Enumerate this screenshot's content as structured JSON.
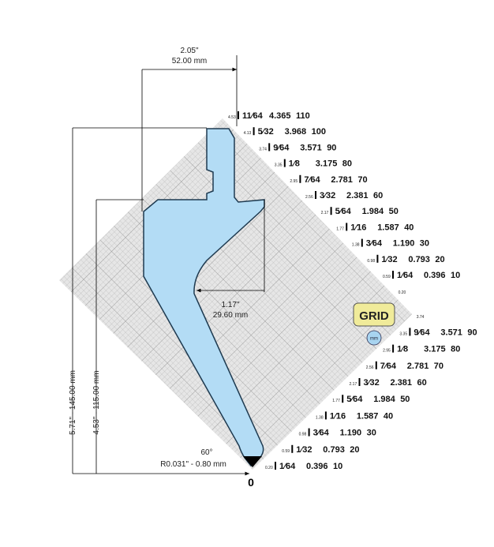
{
  "dimensions": {
    "top_in": "2.05\"",
    "top_mm": "52.00 mm",
    "inner_in": "1.17\"",
    "inner_mm": "29.60 mm",
    "height_total": "5.71\" - 145.00 mm",
    "height_shoulder": "4.53\" - 115.00 mm",
    "angle": "60°",
    "radius": "R0.031\" - 0.80 mm"
  },
  "grid_button": "GRID",
  "unit_button": "mm",
  "zero_label": "0",
  "colors": {
    "punch": "#b3dcf5",
    "grid_button": "#f0eb9a",
    "unit_button": "#a8d4f0"
  },
  "upper_scale": [
    {
      "mm": "110",
      "frac": "11⁄64",
      "dec": "4.365",
      "small": "4.53"
    },
    {
      "mm": "100",
      "frac": "5⁄32",
      "dec": "3.968",
      "small": "4.13"
    },
    {
      "mm": "90",
      "frac": "9⁄64",
      "dec": "3.571",
      "small": "3.74"
    },
    {
      "mm": "80",
      "frac": "1⁄8",
      "dec": "3.175",
      "small": "3.35"
    },
    {
      "mm": "70",
      "frac": "7⁄64",
      "dec": "2.781",
      "small": "2.95"
    },
    {
      "mm": "60",
      "frac": "3⁄32",
      "dec": "2.381",
      "small": "2.56"
    },
    {
      "mm": "50",
      "frac": "5⁄64",
      "dec": "1.984",
      "small": "2.17"
    },
    {
      "mm": "40",
      "frac": "1⁄16",
      "dec": "1.587",
      "small": "1.77"
    },
    {
      "mm": "30",
      "frac": "3⁄64",
      "dec": "1.190",
      "small": "1.38"
    },
    {
      "mm": "20",
      "frac": "1⁄32",
      "dec": "0.793",
      "small": "0.98"
    },
    {
      "mm": "10",
      "frac": "1⁄64",
      "dec": "0.396",
      "small": "0.59"
    }
  ],
  "upper_scale_end_small": "0.20",
  "lower_scale": [
    {
      "mm": "10",
      "frac": "1⁄64",
      "dec": "0.396",
      "small": "0.20"
    },
    {
      "mm": "20",
      "frac": "1⁄32",
      "dec": "0.793",
      "small": "0.59"
    },
    {
      "mm": "30",
      "frac": "3⁄64",
      "dec": "1.190",
      "small": "0.98"
    },
    {
      "mm": "40",
      "frac": "1⁄16",
      "dec": "1.587",
      "small": "1.38"
    },
    {
      "mm": "50",
      "frac": "5⁄64",
      "dec": "1.984",
      "small": "1.77"
    },
    {
      "mm": "60",
      "frac": "3⁄32",
      "dec": "2.381",
      "small": "2.17"
    },
    {
      "mm": "70",
      "frac": "7⁄64",
      "dec": "2.781",
      "small": "2.56"
    },
    {
      "mm": "80",
      "frac": "1⁄8",
      "dec": "3.175",
      "small": "2.95"
    },
    {
      "mm": "90",
      "frac": "9⁄64",
      "dec": "3.571",
      "small": "3.35"
    }
  ],
  "lower_scale_end_small": "3.74"
}
